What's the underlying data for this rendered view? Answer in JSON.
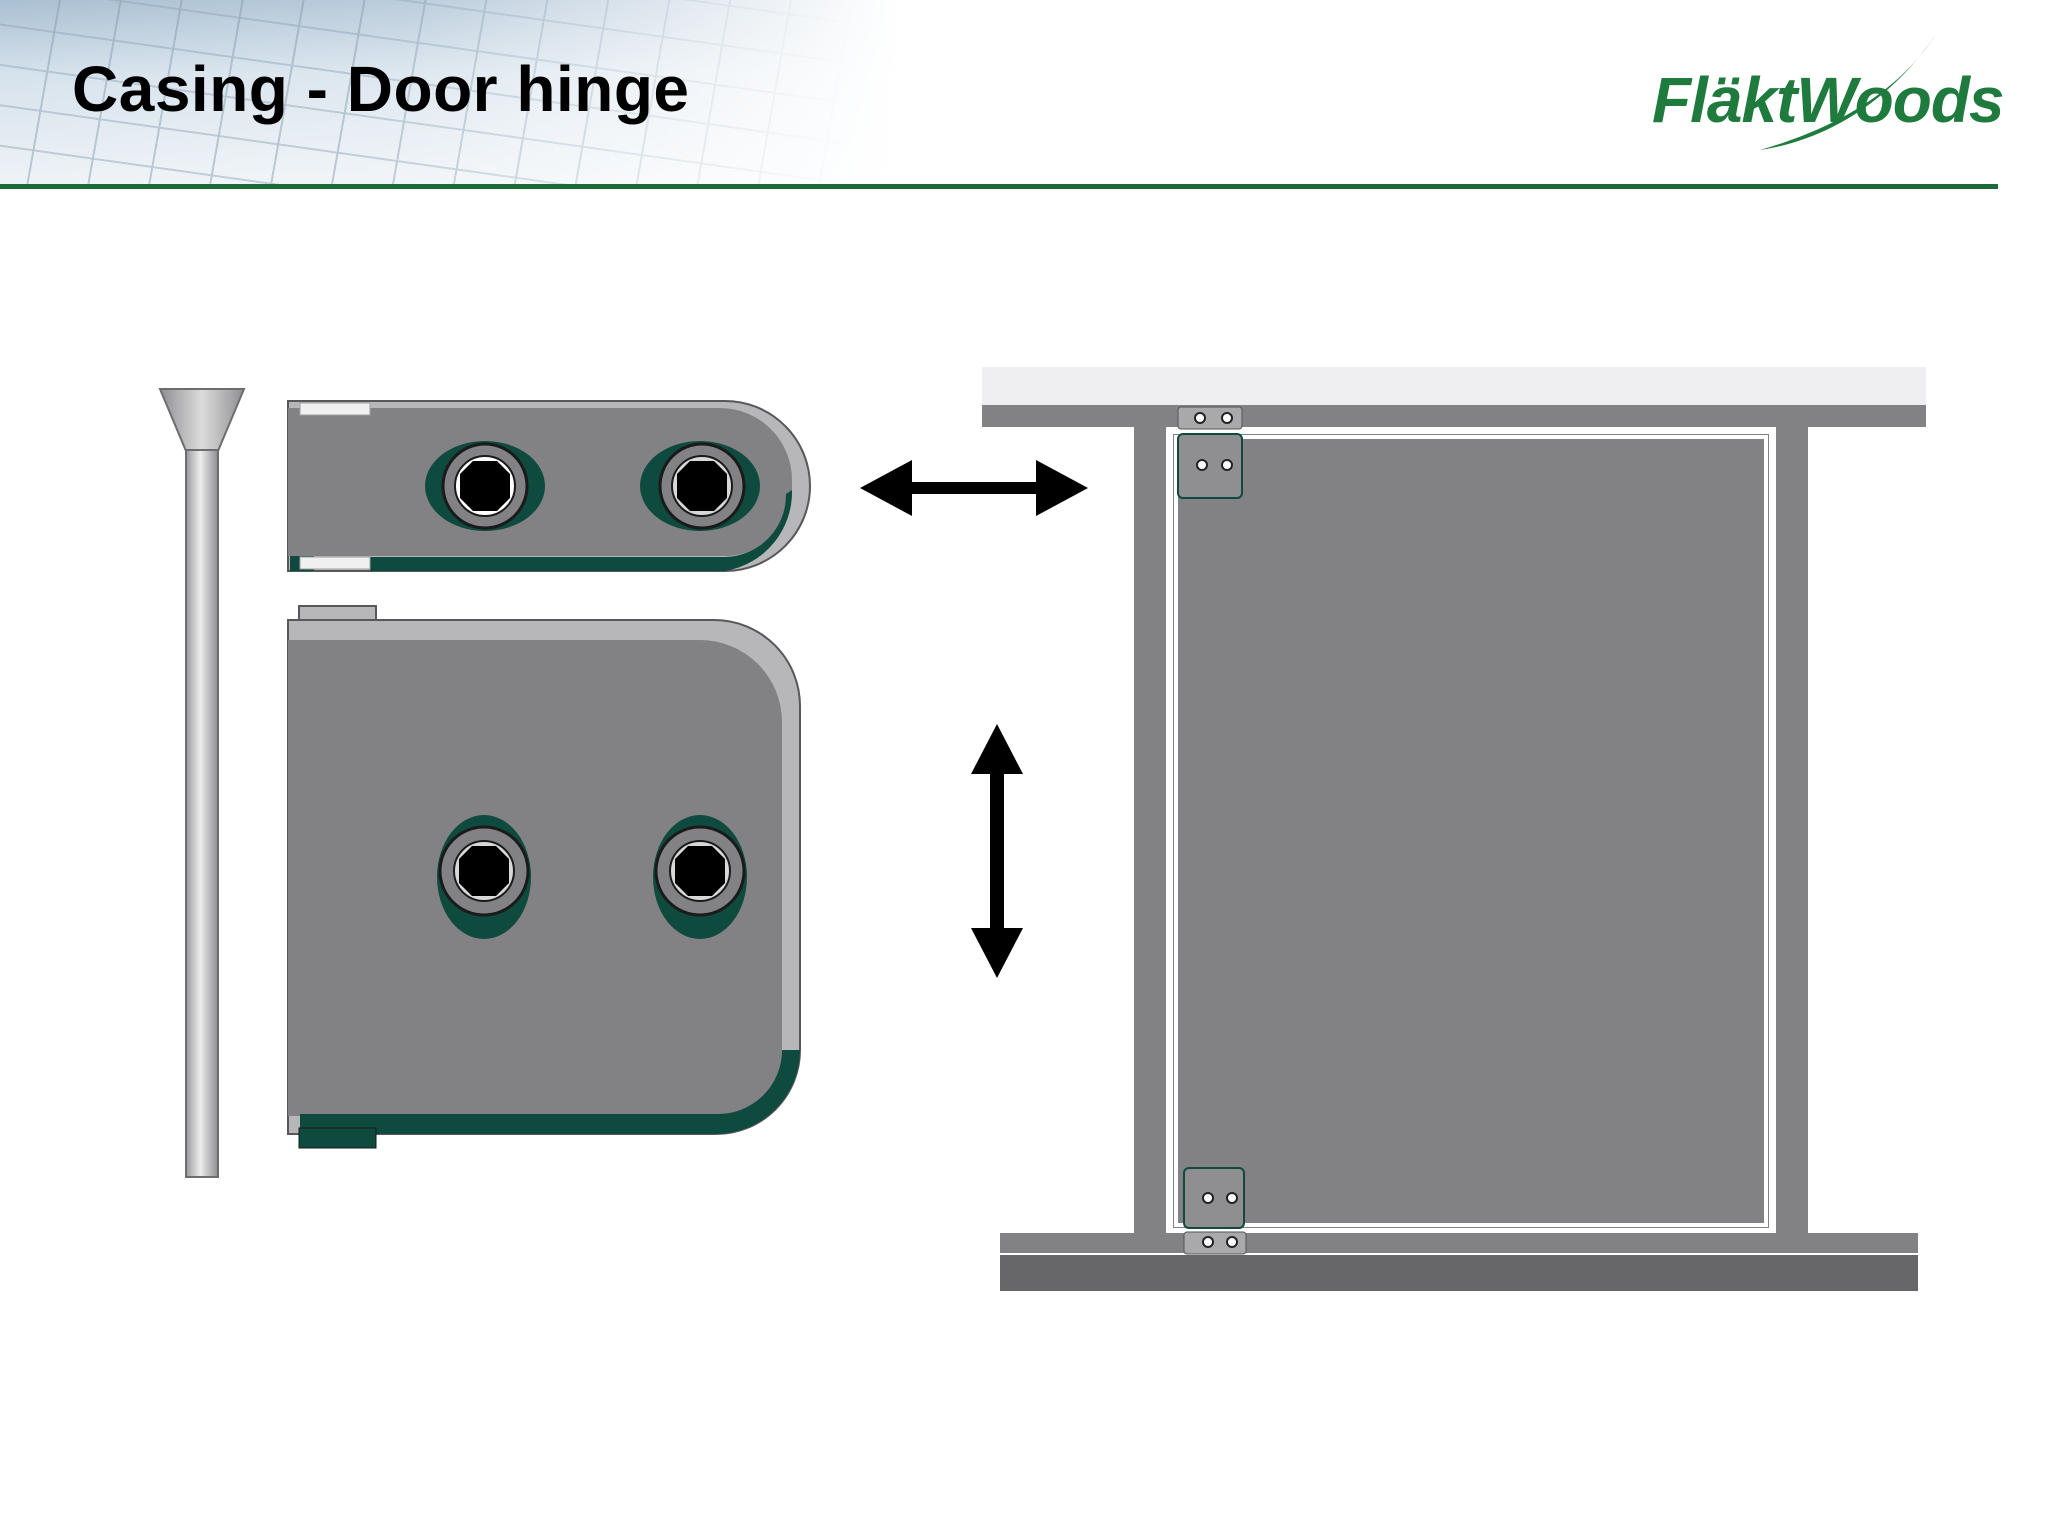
{
  "slide": {
    "title": "Casing - Door hinge",
    "logo_text": "FläktWoods"
  },
  "colors": {
    "accent_green": "#1e6b3a",
    "dark_teal": "#0f4a3f",
    "hinge_gray": "#828184",
    "hinge_highlight": "#b7b6b9",
    "bolt_black": "#000000"
  },
  "icons": {
    "horizontal_arrow": "double-headed-horizontal-arrow",
    "vertical_arrow": "double-headed-vertical-arrow"
  }
}
